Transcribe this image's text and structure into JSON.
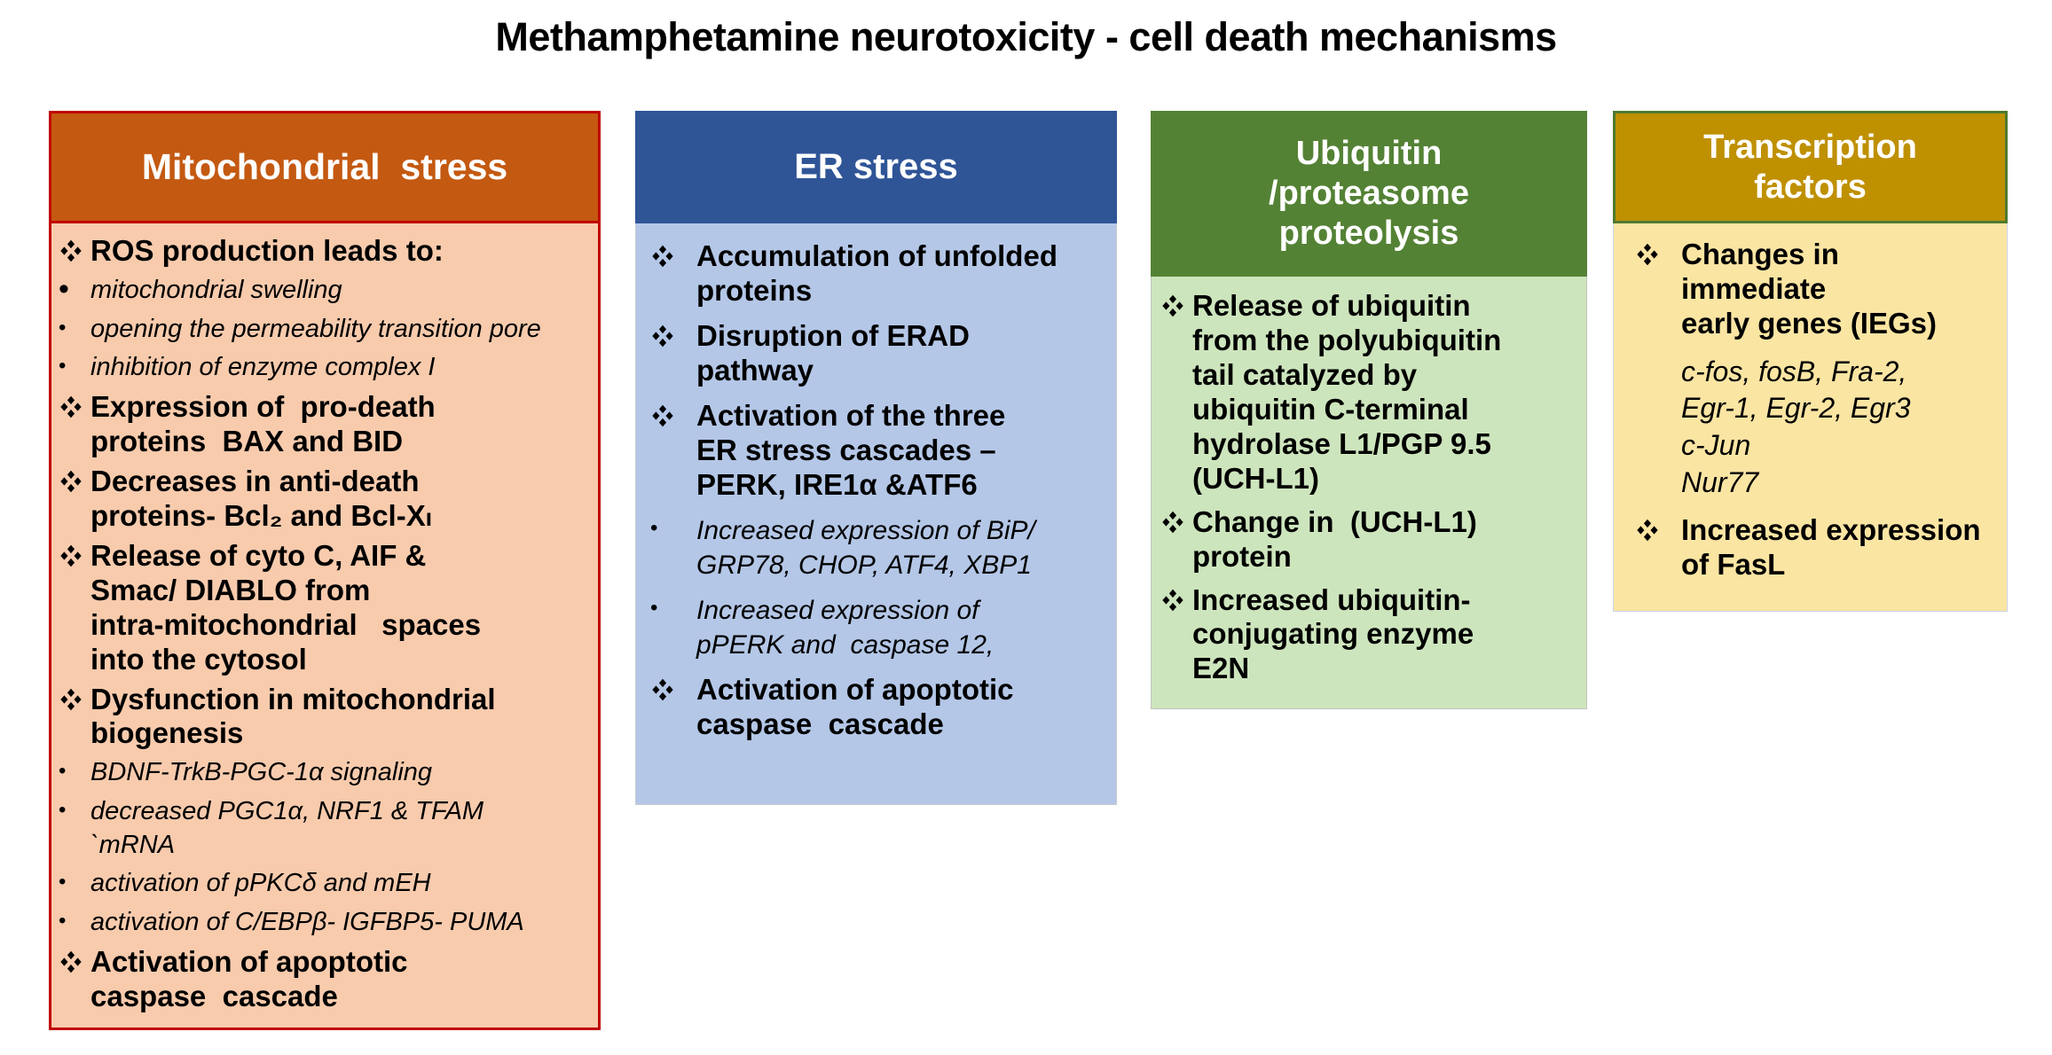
{
  "title": "Methamphetamine neurotoxicity - cell death mechanisms",
  "columns": [
    {
      "id": "mitochondrial-stress",
      "header": "Mitochondrial  stress",
      "colors": {
        "header_bg": "#c45911",
        "body_bg": "#f8cbad",
        "border": "#c00000",
        "header_text": "#ffffff"
      },
      "items": [
        {
          "bullet": "diamond",
          "style": "bold",
          "text": "ROS production leads to:"
        },
        {
          "bullet": "dot-large",
          "style": "italic",
          "text": "mitochondrial swelling"
        },
        {
          "bullet": "dot",
          "style": "italic",
          "text": "opening the permeability transition pore"
        },
        {
          "bullet": "dot",
          "style": "italic",
          "text": "inhibition of enzyme complex I"
        },
        {
          "bullet": "diamond",
          "style": "bold",
          "text": "Expression of  pro-death\nproteins  BAX and BID"
        },
        {
          "bullet": "diamond",
          "style": "bold",
          "text": "Decreases in anti-death\nproteins- Bcl₂ and Bcl-Xₗ"
        },
        {
          "bullet": "diamond",
          "style": "bold",
          "text": "Release of cyto C, AIF &\nSmac/ DIABLO from\nintra-mitochondrial   spaces\ninto the cytosol"
        },
        {
          "bullet": "diamond",
          "style": "bold",
          "text": "Dysfunction in mitochondrial\nbiogenesis"
        },
        {
          "bullet": "dot",
          "style": "italic",
          "text": "BDNF-TrkB-PGC-1α signaling"
        },
        {
          "bullet": "dot",
          "style": "italic",
          "text": "decreased PGC1α, NRF1 & TFAM\n`mRNA"
        },
        {
          "bullet": "dot",
          "style": "italic",
          "text": "activation of pPKCδ and mEH"
        },
        {
          "bullet": "dot",
          "style": "italic",
          "text": "activation of C/EBPβ- IGFBP5- PUMA"
        },
        {
          "bullet": "diamond",
          "style": "bold",
          "text": "Activation of apoptotic\ncaspase  cascade"
        }
      ]
    },
    {
      "id": "er-stress",
      "header": "ER stress",
      "colors": {
        "header_bg": "#2f5597",
        "body_bg": "#b4c7e7",
        "header_text": "#ffffff"
      },
      "items": [
        {
          "bullet": "diamond",
          "style": "bold",
          "text": "Accumulation of unfolded\nproteins"
        },
        {
          "bullet": "diamond",
          "style": "bold",
          "text": "Disruption of ERAD\npathway"
        },
        {
          "bullet": "diamond",
          "style": "bold",
          "text": "Activation of the three\nER stress cascades –\nPERK, IRE1α &ATF6"
        },
        {
          "bullet": "dot",
          "style": "italic",
          "text": "Increased expression of BiP/\nGRP78, CHOP, ATF4, XBP1"
        },
        {
          "bullet": "dot",
          "style": "italic",
          "text": "Increased expression of\npPERK and  caspase 12,"
        },
        {
          "bullet": "diamond",
          "style": "bold",
          "text": "Activation of apoptotic\ncaspase  cascade"
        }
      ]
    },
    {
      "id": "ubiquitin-proteasome-proteolysis",
      "header": "Ubiquitin\n/proteasome\nproteolysis",
      "colors": {
        "header_bg": "#548235",
        "body_bg": "#cde5bd",
        "header_text": "#ffffff"
      },
      "items": [
        {
          "bullet": "diamond",
          "style": "bold",
          "text": "Release of ubiquitin\nfrom the polyubiquitin\ntail catalyzed by\nubiquitin C-terminal\nhydrolase L1/PGP 9.5\n(UCH-L1)"
        },
        {
          "bullet": "diamond",
          "style": "bold",
          "text": "Change in  (UCH-L1)\nprotein"
        },
        {
          "bullet": "diamond",
          "style": "bold",
          "text": "Increased ubiquitin-\nconjugating enzyme\nE2N"
        }
      ]
    },
    {
      "id": "transcription-factors",
      "header": "Transcription\nfactors",
      "colors": {
        "header_bg": "#bf9000",
        "body_bg": "#fbe5a3",
        "border": "#4e7a2f",
        "header_text": "#ffffff"
      },
      "items": [
        {
          "bullet": "diamond",
          "style": "bold",
          "text": "Changes in\nimmediate\nearly genes (IEGs)"
        },
        {
          "bullet": "none",
          "style": "italic",
          "text": "c-fos, fosB, Fra-2,\nEgr-1, Egr-2, Egr3\nc-Jun\nNur77"
        },
        {
          "bullet": "diamond",
          "style": "bold",
          "text": "Increased expression\nof FasL"
        }
      ]
    }
  ]
}
